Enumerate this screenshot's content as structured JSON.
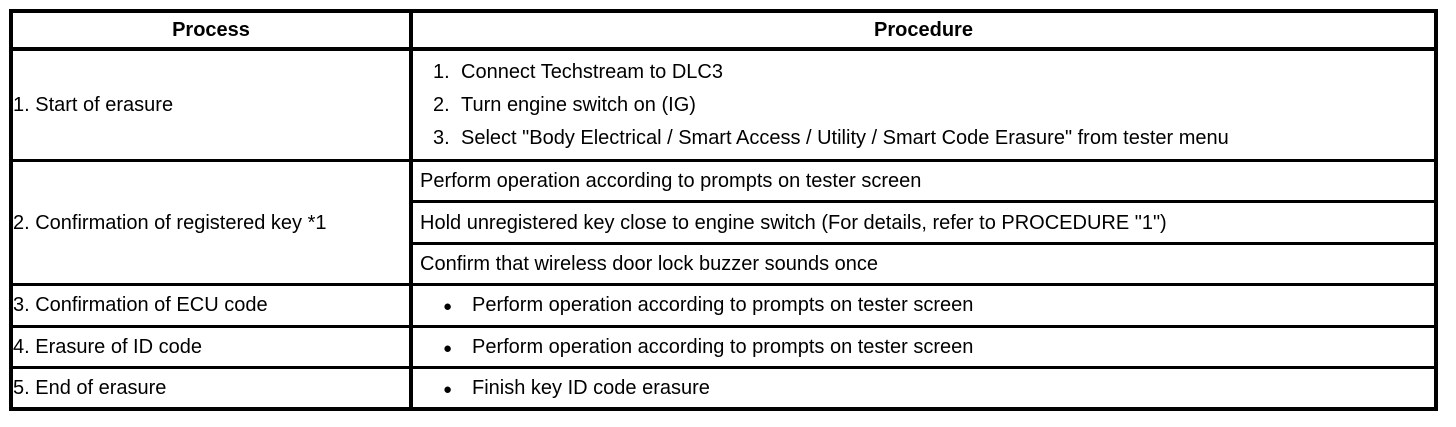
{
  "table": {
    "headers": [
      "Process",
      "Procedure"
    ],
    "rows": [
      {
        "process": "1. Start of erasure",
        "procedures": [
          {
            "marker": "1.",
            "text": "Connect Techstream to DLC3"
          },
          {
            "marker": "2.",
            "text": "Turn engine switch on (IG)"
          },
          {
            "marker": "3.",
            "text": "Select \"Body Electrical / Smart Access / Utility / Smart Code Erasure\" from tester menu"
          }
        ]
      },
      {
        "process": "2. Confirmation of registered key *1",
        "procedures": [
          {
            "text": "Perform operation according to prompts on tester screen"
          },
          {
            "text": "Hold unregistered key close to engine switch (For details, refer to PROCEDURE \"1\")"
          },
          {
            "text": "Confirm that wireless door lock buzzer sounds once"
          }
        ]
      },
      {
        "process": "3. Confirmation of ECU code",
        "procedures": [
          {
            "marker": "●",
            "text": "Perform operation according to prompts on tester screen"
          }
        ]
      },
      {
        "process": "4. Erasure of ID code",
        "procedures": [
          {
            "marker": "●",
            "text": "Perform operation according to prompts on tester screen"
          }
        ]
      },
      {
        "process": "5. End of erasure",
        "procedures": [
          {
            "marker": "●",
            "text": "Finish key ID code erasure"
          }
        ]
      }
    ]
  }
}
